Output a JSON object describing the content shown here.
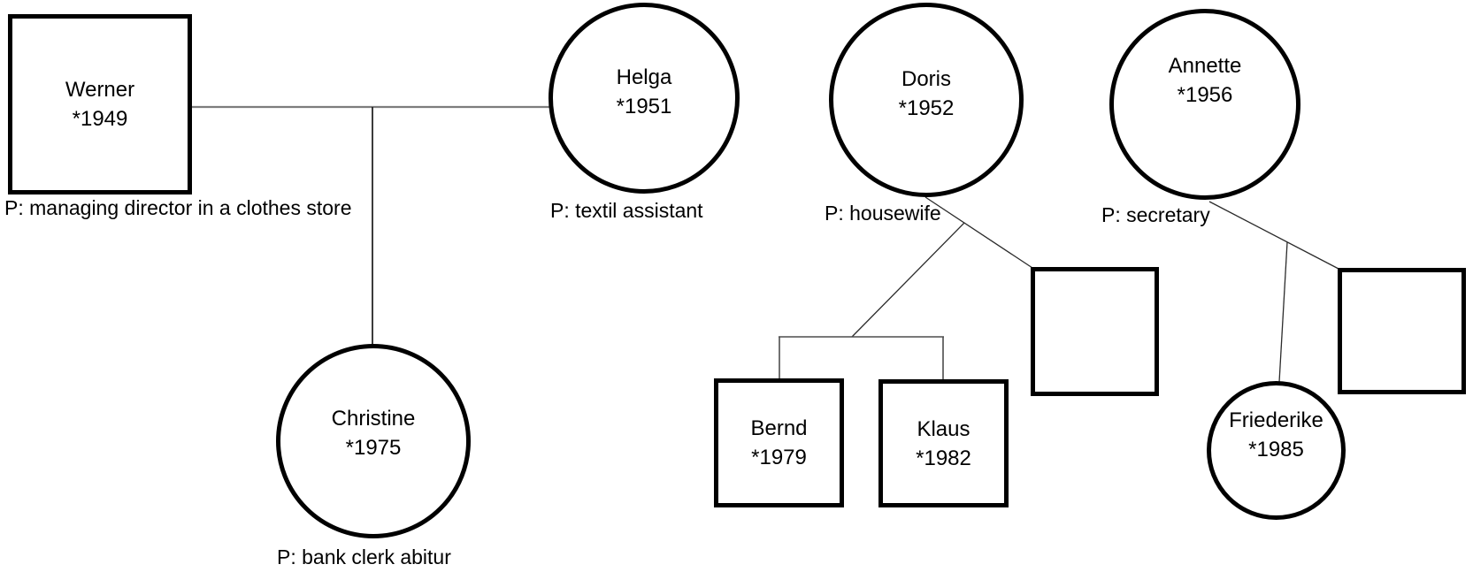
{
  "people": {
    "werner": {
      "name": "Werner",
      "birth": "*1949",
      "profession": "P: managing director in a clothes store",
      "shape": "square",
      "sex": "male"
    },
    "helga": {
      "name": "Helga",
      "birth": "*1951",
      "profession": "P: textil assistant",
      "shape": "circle",
      "sex": "female"
    },
    "doris": {
      "name": "Doris",
      "birth": "*1952",
      "profession": "P: housewife",
      "shape": "circle",
      "sex": "female"
    },
    "annette": {
      "name": "Annette",
      "birth": "*1956",
      "profession": "P: secretary",
      "shape": "circle",
      "sex": "female"
    },
    "christine": {
      "name": "Christine",
      "birth": "*1975",
      "profession": "P: bank clerk abitur",
      "shape": "circle",
      "sex": "female"
    },
    "bernd": {
      "name": "Bernd",
      "birth": "*1979",
      "shape": "square",
      "sex": "male"
    },
    "klaus": {
      "name": "Klaus",
      "birth": "*1982",
      "shape": "square",
      "sex": "male"
    },
    "friederike": {
      "name": "Friederike",
      "birth": "*1985",
      "shape": "circle",
      "sex": "female"
    },
    "partner_of_doris": {
      "name": "",
      "birth": "",
      "shape": "square",
      "sex": "male"
    },
    "partner_of_annette": {
      "name": "",
      "birth": "",
      "shape": "square",
      "sex": "male"
    }
  },
  "unions": [
    {
      "partners": [
        "werner",
        "helga"
      ],
      "children": [
        "christine"
      ]
    },
    {
      "partners": [
        "doris",
        "partner_of_doris"
      ],
      "children": [
        "bernd",
        "klaus"
      ]
    },
    {
      "partners": [
        "annette",
        "partner_of_annette"
      ],
      "children": [
        "friederike"
      ]
    }
  ],
  "colors": {
    "shape_border": "#000000",
    "couple_line": "#7d7d7d",
    "descent_line": "#1a1a1a",
    "sibling_bar": "#4d4d4d",
    "diagonal_line": "#2b2b2b",
    "background": "#ffffff",
    "text": "#000000"
  }
}
